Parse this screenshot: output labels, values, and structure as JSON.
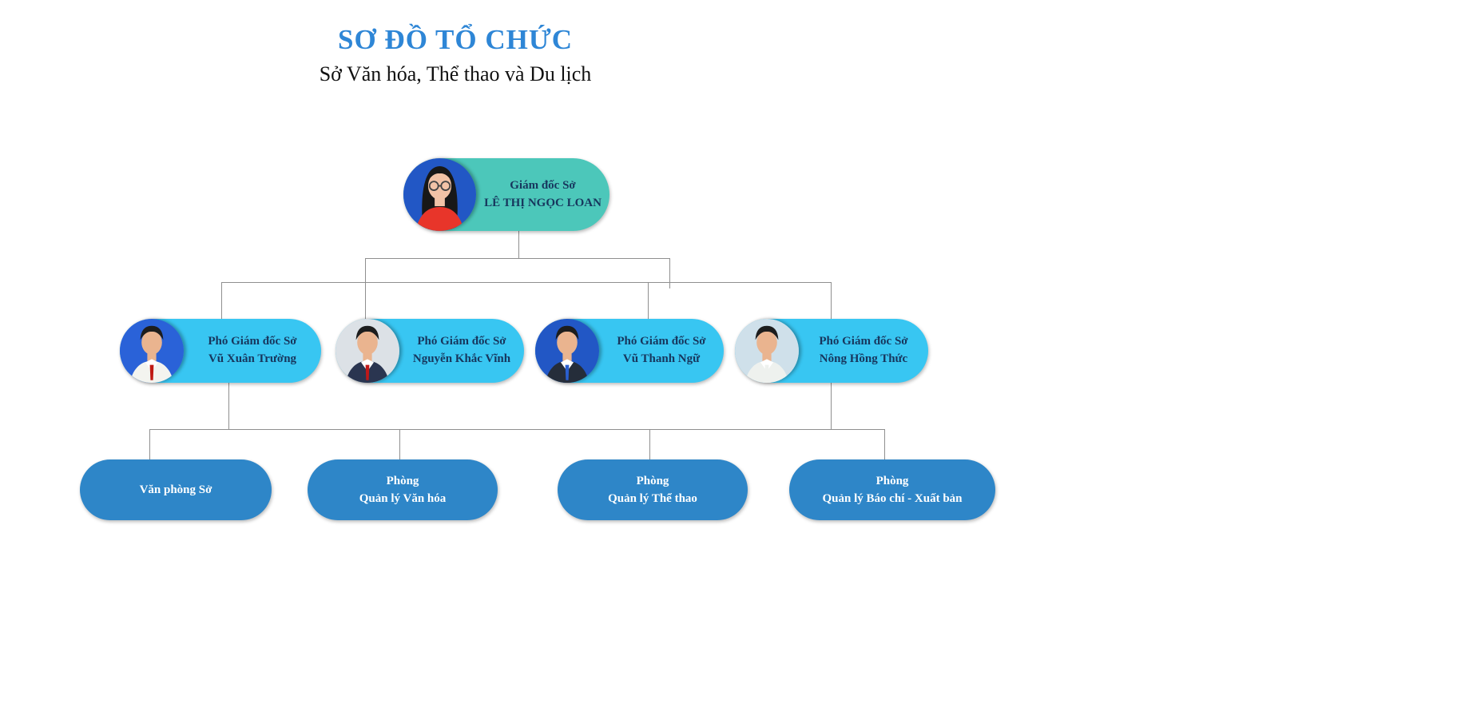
{
  "header": {
    "title": "SƠ ĐỒ TỔ CHỨC",
    "subtitle": "Sở Văn hóa, Thể thao và Du lịch",
    "title_color": "#2e86d6",
    "subtitle_color": "#111111"
  },
  "colors": {
    "director_fill": "#4cc7ba",
    "deputy_fill": "#38c6f2",
    "department_fill": "#2e86c8",
    "node_text": "#17365d",
    "department_text": "#ffffff",
    "connector": "#8f8f8f",
    "background": "#ffffff"
  },
  "org": {
    "director": {
      "role": "Giám đốc Sở",
      "name": "LÊ THỊ NGỌC LOAN",
      "avatar": {
        "bg": "#2257c5",
        "hair": "#181818",
        "skin": "#f2c3a7",
        "shirt": "#e8352a",
        "glasses": "#444444"
      }
    },
    "deputies": [
      {
        "role": "Phó Giám đốc Sở",
        "name": "Vũ Xuân Trường",
        "avatar": {
          "bg": "#2a62d8",
          "hair": "#1d1d1d",
          "skin": "#eab48f",
          "suit": "#f3f4ef",
          "collar": "#ffffff",
          "tie": "#bf1a14"
        }
      },
      {
        "role": "Phó Giám đốc Sở",
        "name": "Nguyễn Khắc Vĩnh",
        "avatar": {
          "bg": "#dce1e6",
          "hair": "#1d1d1d",
          "skin": "#eab48f",
          "suit": "#2a3550",
          "collar": "#ffffff",
          "tie": "#c01818"
        }
      },
      {
        "role": "Phó Giám đốc Sở",
        "name": "Vũ Thanh Ngữ",
        "avatar": {
          "bg": "#2257c5",
          "hair": "#1d1d1d",
          "skin": "#eab48f",
          "suit": "#252d3a",
          "collar": "#ffffff",
          "tie": "#2a5fd0"
        }
      },
      {
        "role": "Phó Giám đốc Sở",
        "name": "Nông Hồng Thức",
        "avatar": {
          "bg": "#cfe0ea",
          "hair": "#1d1d1d",
          "skin": "#eab48f",
          "suit": "#eef1ee",
          "collar": "#ffffff",
          "tie": "#eef1ee"
        }
      }
    ],
    "departments": [
      {
        "title": "Văn phòng Sở"
      },
      {
        "title": "Phòng",
        "subtitle": "Quản lý Văn hóa"
      },
      {
        "title": "Phòng",
        "subtitle": "Quản lý Thể thao"
      },
      {
        "title": "Phòng",
        "subtitle": "Quản lý Báo chí - Xuất bản"
      }
    ]
  }
}
